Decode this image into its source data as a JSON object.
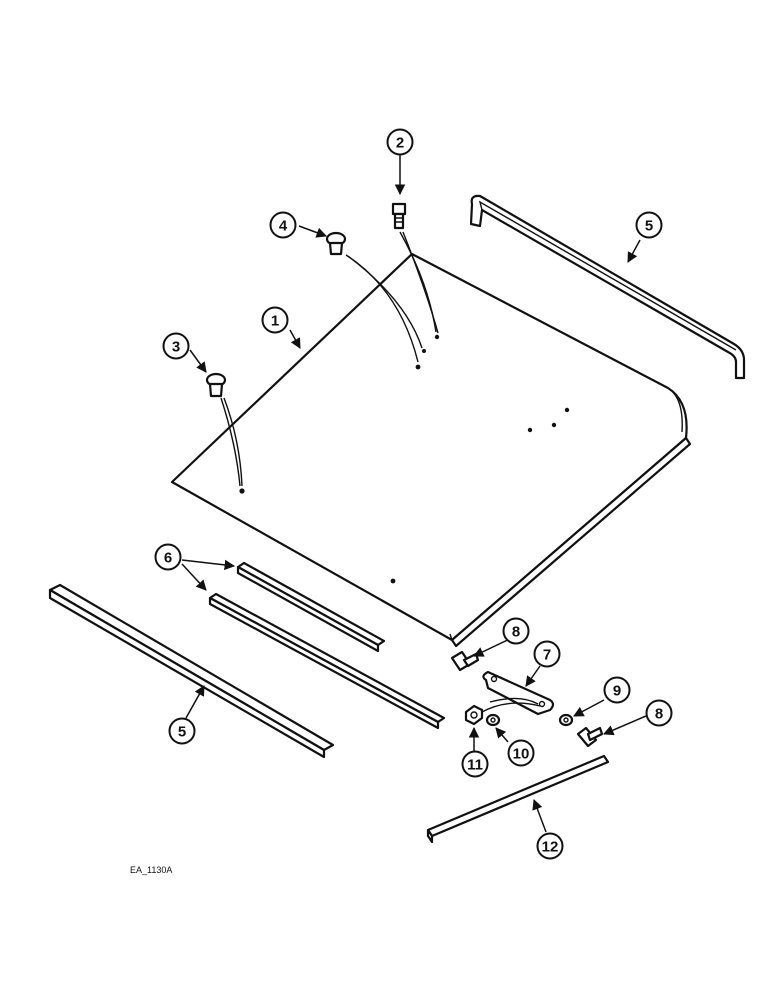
{
  "figure_code": "EA_1130A",
  "callouts": [
    {
      "id": "c1",
      "label": "1"
    },
    {
      "id": "c2",
      "label": "2"
    },
    {
      "id": "c3",
      "label": "3"
    },
    {
      "id": "c4",
      "label": "4"
    },
    {
      "id": "c5a",
      "label": "5"
    },
    {
      "id": "c5b",
      "label": "5"
    },
    {
      "id": "c6",
      "label": "6"
    },
    {
      "id": "c7",
      "label": "7"
    },
    {
      "id": "c8a",
      "label": "8"
    },
    {
      "id": "c8b",
      "label": "8"
    },
    {
      "id": "c9",
      "label": "9"
    },
    {
      "id": "c10",
      "label": "10"
    },
    {
      "id": "c11",
      "label": "11"
    },
    {
      "id": "c12",
      "label": "12"
    }
  ]
}
